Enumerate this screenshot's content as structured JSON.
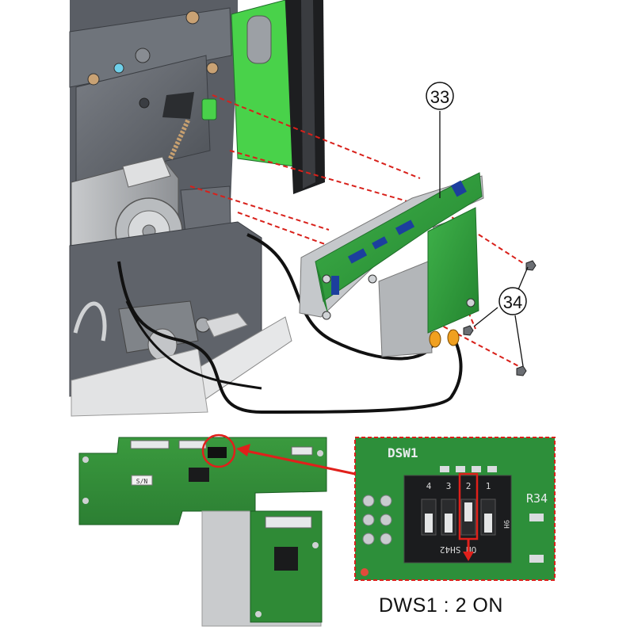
{
  "callouts": {
    "board": "33",
    "screws": "34"
  },
  "detail": {
    "switch_title": "DSW1",
    "switch_positions": [
      "4",
      "3",
      "2",
      "1"
    ],
    "switch_side_label": "9H",
    "switch_bottom_label": "ON SH42",
    "edge_label": "R34",
    "pcb_label_sn": "S/N",
    "caption": "DWS1 : 2 ON"
  },
  "colors": {
    "pcb_green": "#2f9a3a",
    "pcb_dark": "#1f6e2a",
    "highlight_red": "#e0201b",
    "connector_blue": "#1c3f9e",
    "frame_grey": "#6d7178",
    "motor_grey": "#a9acb0",
    "insulator_orange": "#f0a020"
  }
}
